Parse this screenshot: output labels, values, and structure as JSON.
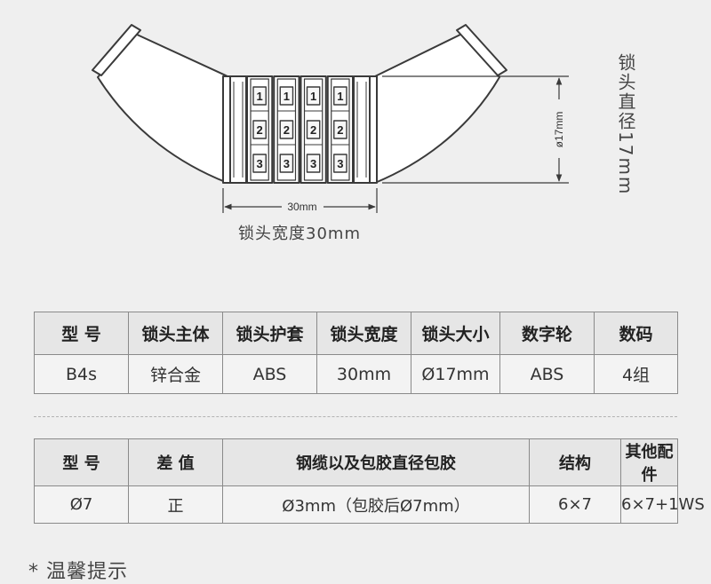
{
  "figure": {
    "width_dim_label": "30mm",
    "dia_dim_label": "ø17mm",
    "width_caption": "锁头宽度30mm",
    "dia_caption": "锁头直径17mm",
    "wheel_digits": [
      "1",
      "2",
      "3"
    ],
    "wheel_count": 4
  },
  "table1": {
    "headers": [
      "型 号",
      "锁头主体",
      "锁头护套",
      "锁头宽度",
      "锁头大小",
      "数字轮",
      "数码"
    ],
    "row": [
      "B4s",
      "锌合金",
      "ABS",
      "30mm",
      "Ø17mm",
      "ABS",
      "4组"
    ]
  },
  "table2": {
    "headers": [
      "型 号",
      "差 值",
      "钢缆以及包胶直径包胶",
      "结构",
      "其他配件"
    ],
    "row": [
      "Ø7",
      "正",
      "Ø3mm（包胶后Ø7mm）",
      "6×7",
      "6×7+1WS"
    ]
  },
  "tips": "* 温馨提示",
  "colors": {
    "background": "#efefef",
    "line": "#3a3a3a",
    "header_bg": "#e6e6e6"
  }
}
